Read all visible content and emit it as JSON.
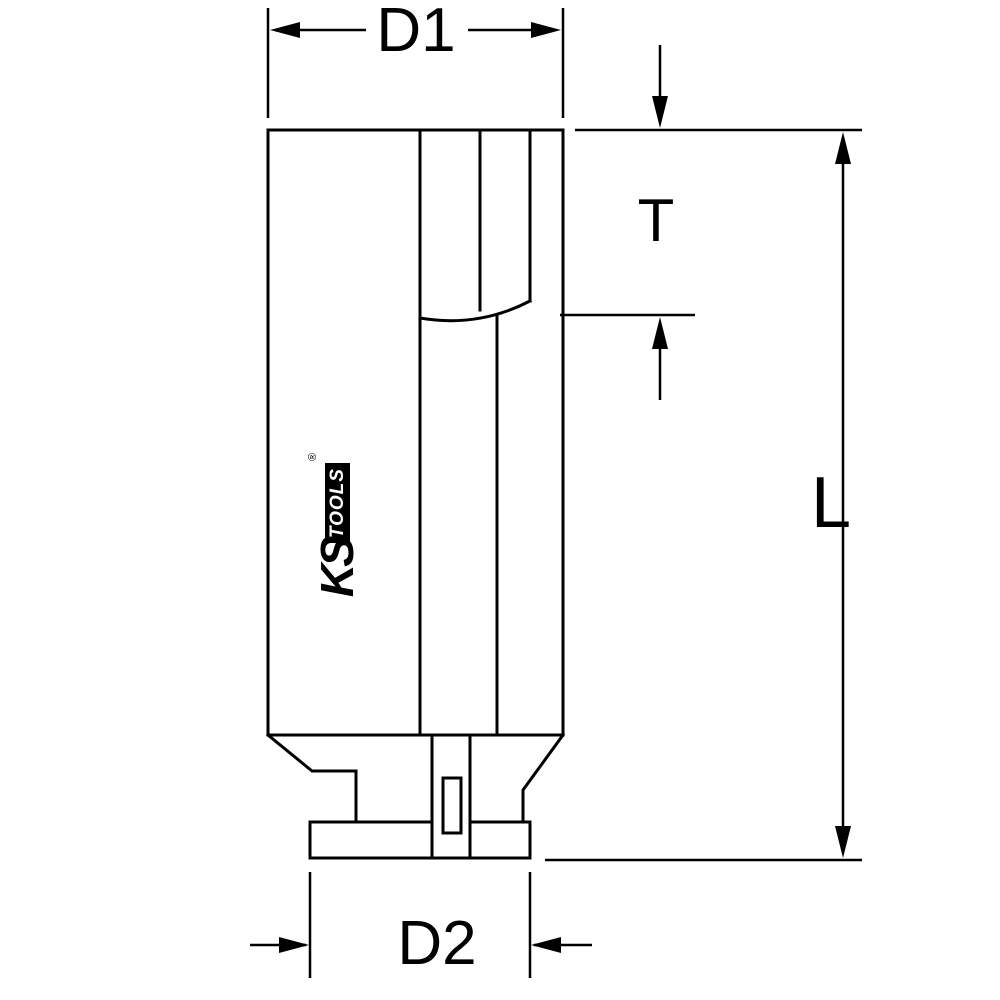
{
  "labels": {
    "d1": "D1",
    "t": "T",
    "l": "L",
    "d2": "D2"
  },
  "logo": {
    "ks": "KS",
    "tools": "TOOLS",
    "registered": "®"
  },
  "colors": {
    "line": "#000000",
    "background": "#ffffff"
  }
}
